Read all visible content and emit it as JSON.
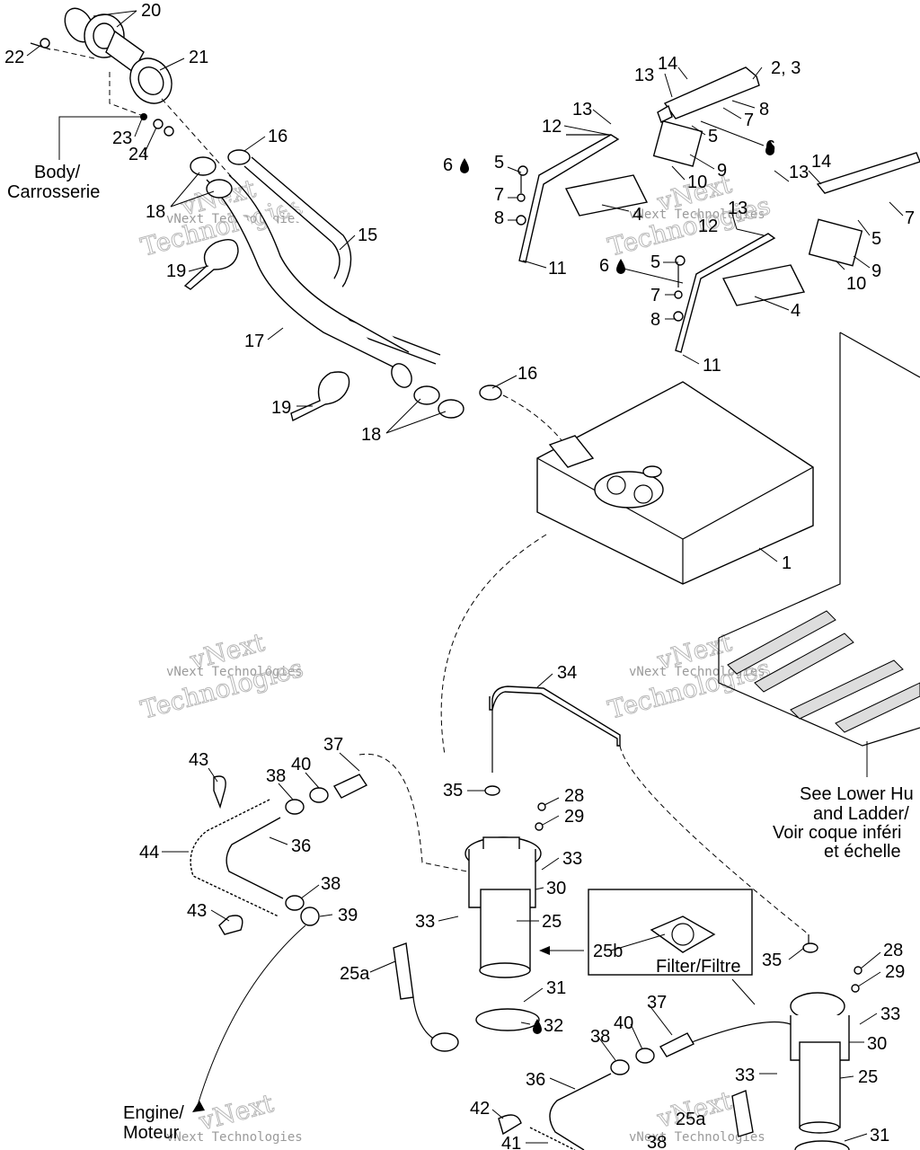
{
  "diagram": {
    "labels": {
      "body": "Body/",
      "body_fr": "Carrosserie",
      "engine": "Engine/",
      "engine_fr": "Moteur",
      "see_lower1": "See Lower Hu",
      "see_lower2": "and Ladder/",
      "see_lower3": "Voir coque inféri",
      "see_lower4": "et échelle",
      "filter": "Filter/Filtre"
    },
    "callouts": {
      "n20": "20",
      "n21": "21",
      "n22": "22",
      "n23": "23",
      "n24": "24",
      "n16a": "16",
      "n16b": "16",
      "n18a": "18",
      "n18b": "18",
      "n19a": "19",
      "n19b": "19",
      "n15": "15",
      "n17": "17",
      "n14a": "14",
      "n13a": "13",
      "n23b": "2, 3",
      "n8a": "8",
      "n7a": "7",
      "n13b": "13",
      "n12a": "12",
      "n5a": "5",
      "n6a": "6",
      "n9a": "9",
      "n10a": "10",
      "n6b": "6",
      "n5b": "5",
      "n7b": "7",
      "n8b": "8",
      "n11a": "11",
      "n4a": "4",
      "n13c": "13",
      "n14b": "14",
      "n7c": "7",
      "n13d": "13",
      "n12b": "12",
      "n5c": "5",
      "n9b": "9",
      "n10b": "10",
      "n6c": "6",
      "n5d": "5",
      "n7d": "7",
      "n8c": "8",
      "n4b": "4",
      "n11b": "11",
      "n1": "1",
      "n34": "34",
      "n37a": "37",
      "n43a": "43",
      "n38a": "38",
      "n40a": "40",
      "n35a": "35",
      "n28a": "28",
      "n29a": "29",
      "n33a": "33",
      "n30a": "30",
      "n44": "44",
      "n36a": "36",
      "n38b": "38",
      "n39": "39",
      "n43b": "43",
      "n33b": "33",
      "n25a": "25",
      "n25b": "25b",
      "n25a_lbl": "25a",
      "n31a": "31",
      "n32": "32",
      "n35b": "35",
      "n28b": "28",
      "n29b": "29",
      "n37b": "37",
      "n40b": "40",
      "n33c": "33",
      "n38c": "38",
      "n30b": "30",
      "n33d": "33",
      "n25c": "25",
      "n36b": "36",
      "n42": "42",
      "n25a2": "25a",
      "n41": "41",
      "n38d": "38",
      "n31b": "31"
    },
    "watermark": {
      "line1": "vNext",
      "line2": "vNext Technologies",
      "line3": "Technologies"
    }
  }
}
